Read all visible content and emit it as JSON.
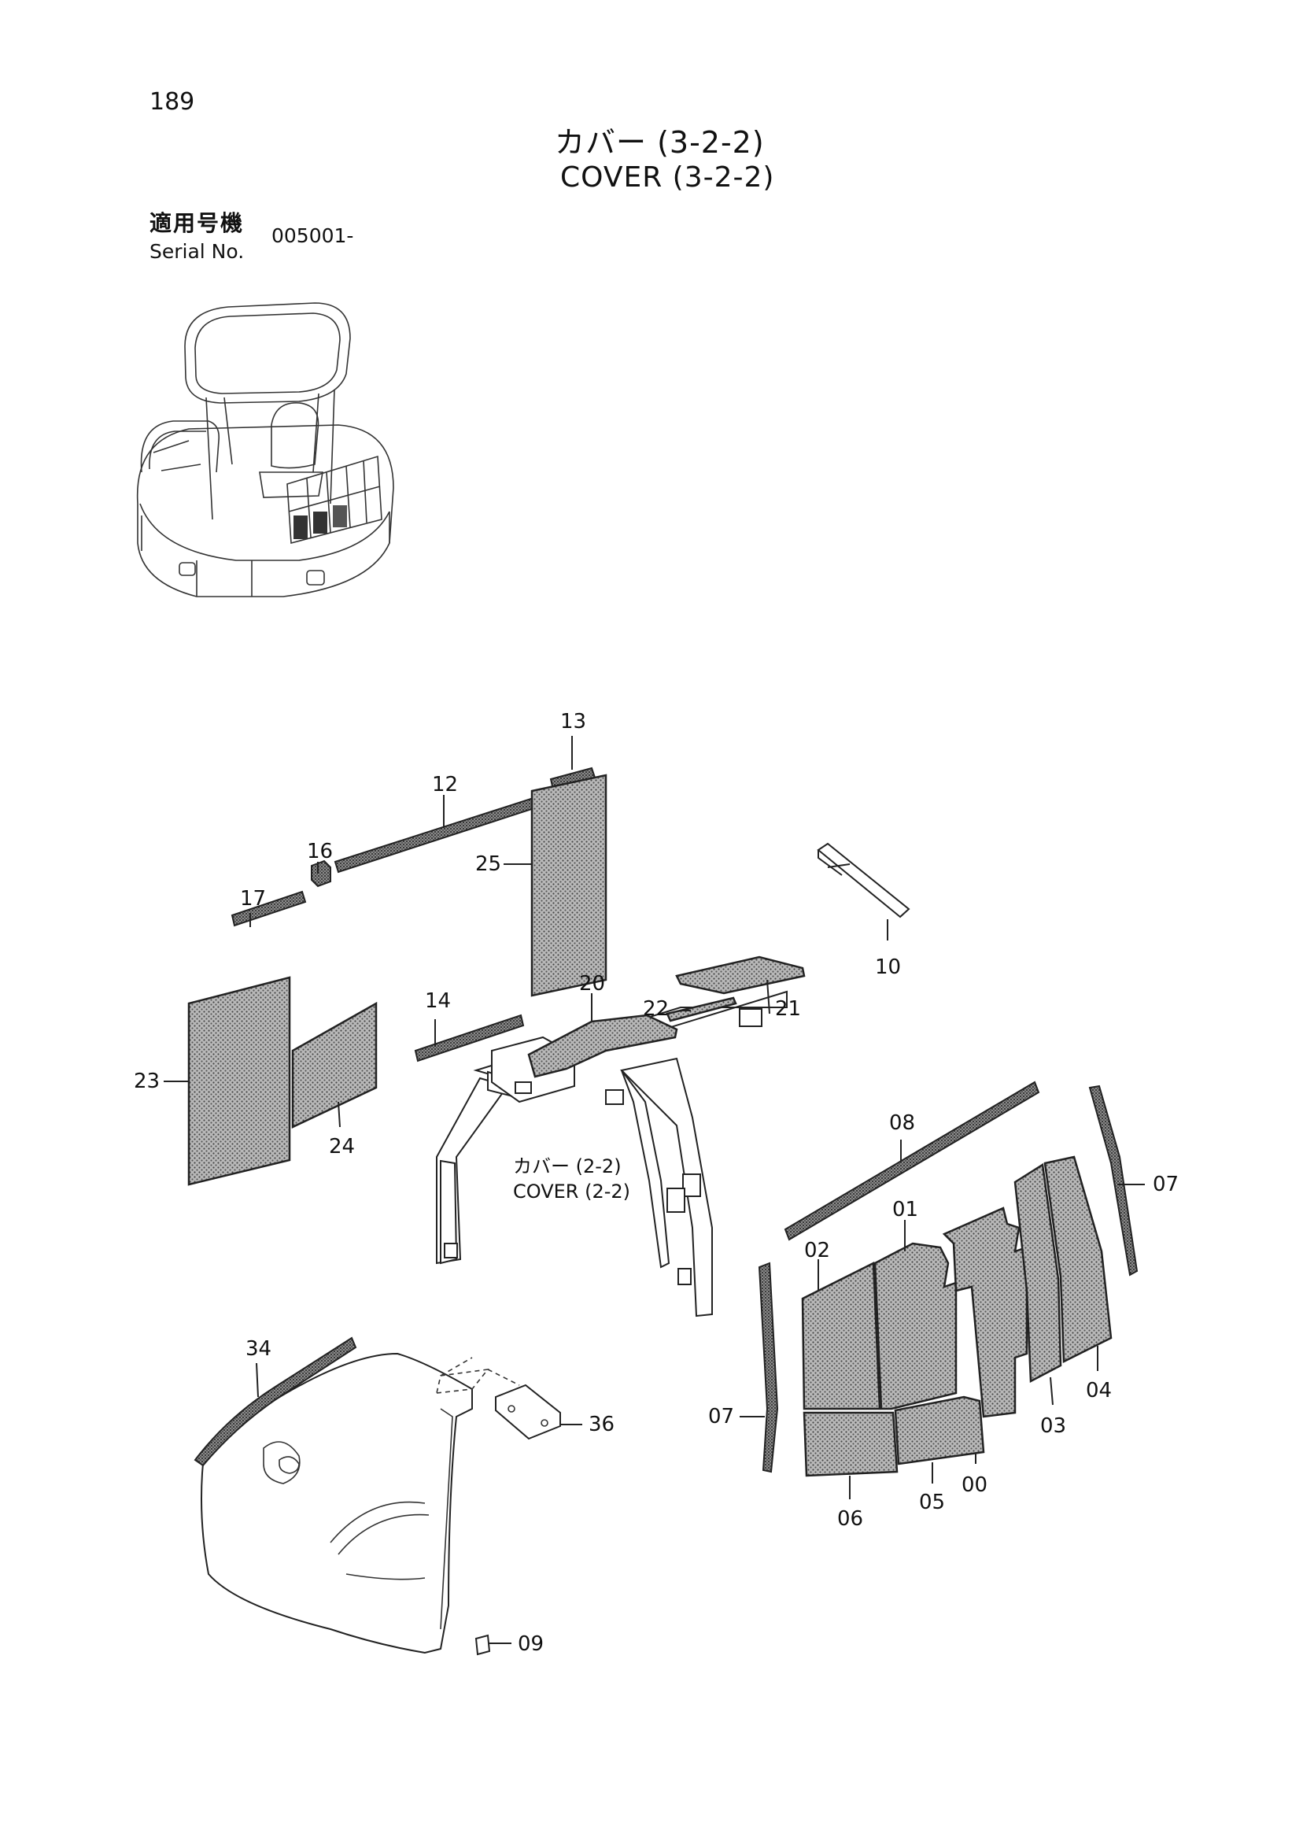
{
  "page": {
    "number": "189",
    "title_jp": "カバー (3-2-2)",
    "title_en": "COVER (3-2-2)",
    "serial_label_jp": "適用号機",
    "serial_label_en": "Serial No.",
    "serial_value": "005001-"
  },
  "reference_note": {
    "jp": "カバー (2-2)",
    "en": "COVER (2-2)"
  },
  "callouts": {
    "c13": "13",
    "c12": "12",
    "c16": "16",
    "c17": "17",
    "c25": "25",
    "c10": "10",
    "c14": "14",
    "c20": "20",
    "c22": "22",
    "c21": "21",
    "c23": "23",
    "c24": "24",
    "c08": "08",
    "c07a": "07",
    "c01": "01",
    "c02": "02",
    "c07b": "07",
    "c04": "04",
    "c03": "03",
    "c00": "00",
    "c05": "05",
    "c06": "06",
    "c34": "34",
    "c36": "36",
    "c09": "09"
  }
}
